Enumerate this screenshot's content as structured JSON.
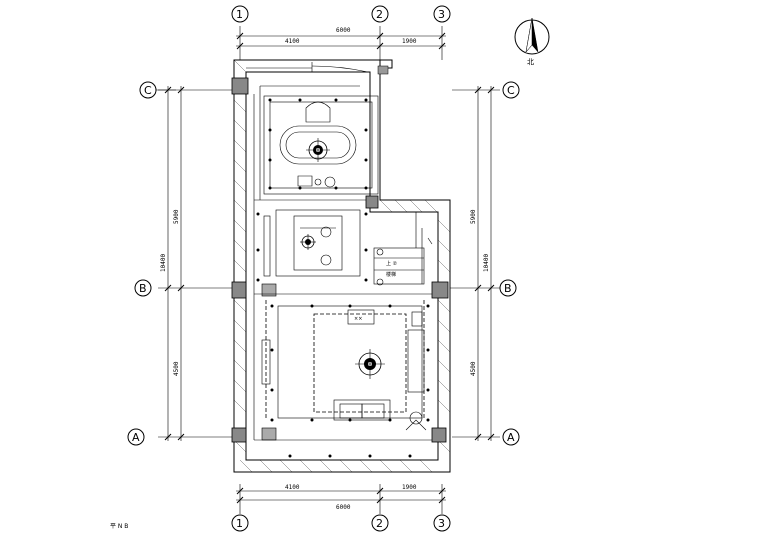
{
  "grid_axes": {
    "columns": [
      "1",
      "2",
      "3"
    ],
    "rows": [
      "C",
      "B",
      "A"
    ]
  },
  "dimensions": {
    "top_segment_1": "4100",
    "top_segment_2": "1900",
    "top_total": "6000",
    "bottom_segment_1": "4100",
    "bottom_segment_2": "1900",
    "bottom_total": "6000",
    "left_upper": "5900",
    "left_lower": "4500",
    "left_total": "10400",
    "right_upper": "5900",
    "right_lower": "4500",
    "right_total": "10400"
  },
  "labels": {
    "north": "北",
    "stair_note_1": "上 ②",
    "stair_note_2": "楼梯",
    "furniture_tag": "××",
    "footer": "平 N B"
  }
}
